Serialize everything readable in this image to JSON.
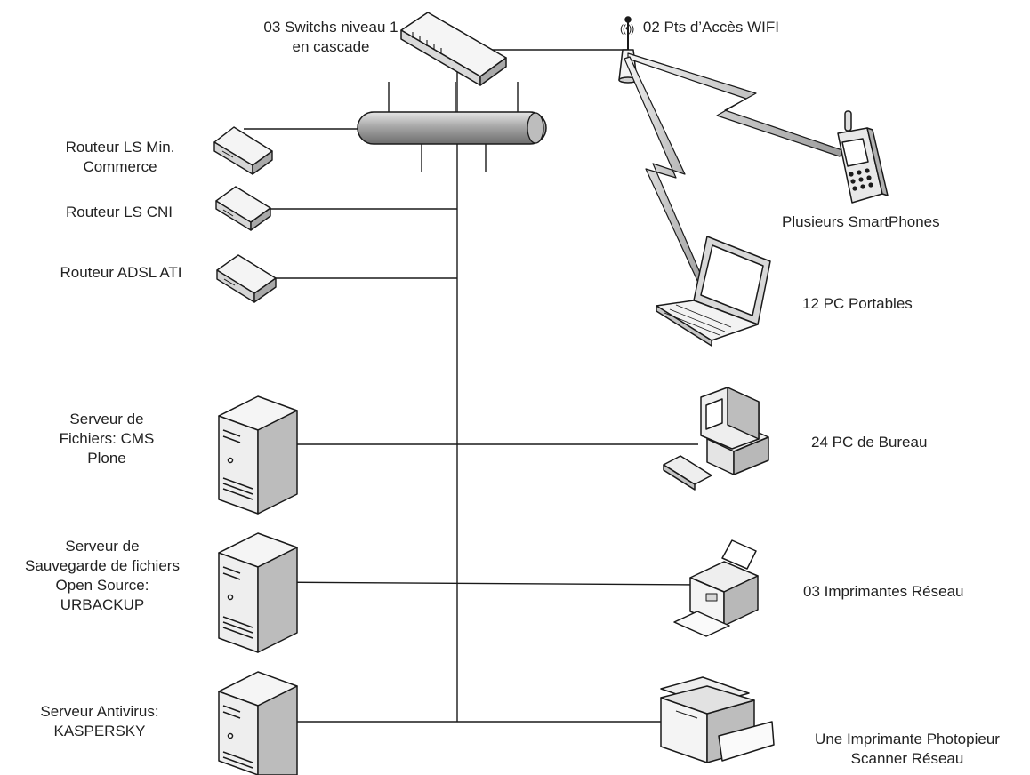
{
  "switch": {
    "lines": [
      "03 Switchs niveau 1",
      "en cascade"
    ]
  },
  "wifi": {
    "symbol": "((•))",
    "label": "02 Pts d’Accès WIFI"
  },
  "left_devices": [
    {
      "icon": "router-icon",
      "lines": [
        "Routeur LS Min.",
        "Commerce"
      ]
    },
    {
      "icon": "router-icon",
      "lines": [
        "Routeur LS CNI"
      ]
    },
    {
      "icon": "router-icon",
      "lines": [
        "Routeur ADSL ATI"
      ]
    },
    {
      "icon": "server-tower-icon",
      "lines": [
        "Serveur de",
        "Fichiers: CMS",
        "Plone"
      ]
    },
    {
      "icon": "server-tower-icon",
      "lines": [
        "Serveur de",
        "Sauvegarde de fichiers",
        "Open Source:",
        "URBACKUP"
      ]
    },
    {
      "icon": "server-tower-icon",
      "lines": [
        "Serveur Antivirus:",
        "KASPERSKY"
      ]
    }
  ],
  "right_devices": [
    {
      "icon": "smartphone-icon",
      "lines": [
        "Plusieurs SmartPhones"
      ]
    },
    {
      "icon": "laptop-icon",
      "lines": [
        "12 PC Portables"
      ]
    },
    {
      "icon": "desktop-pc-icon",
      "lines": [
        "24 PC de Bureau"
      ]
    },
    {
      "icon": "printer-icon",
      "lines": [
        "03 Imprimantes Réseau"
      ]
    },
    {
      "icon": "multifunction-printer-icon",
      "lines": [
        "Une Imprimante Photopieur",
        "Scanner Réseau"
      ]
    }
  ],
  "colors": {
    "line": "#1a1a1a",
    "device_fill": "#f2f2f2",
    "device_shade": "#c8c8c8",
    "bus_fill": "#a9a9a9"
  }
}
